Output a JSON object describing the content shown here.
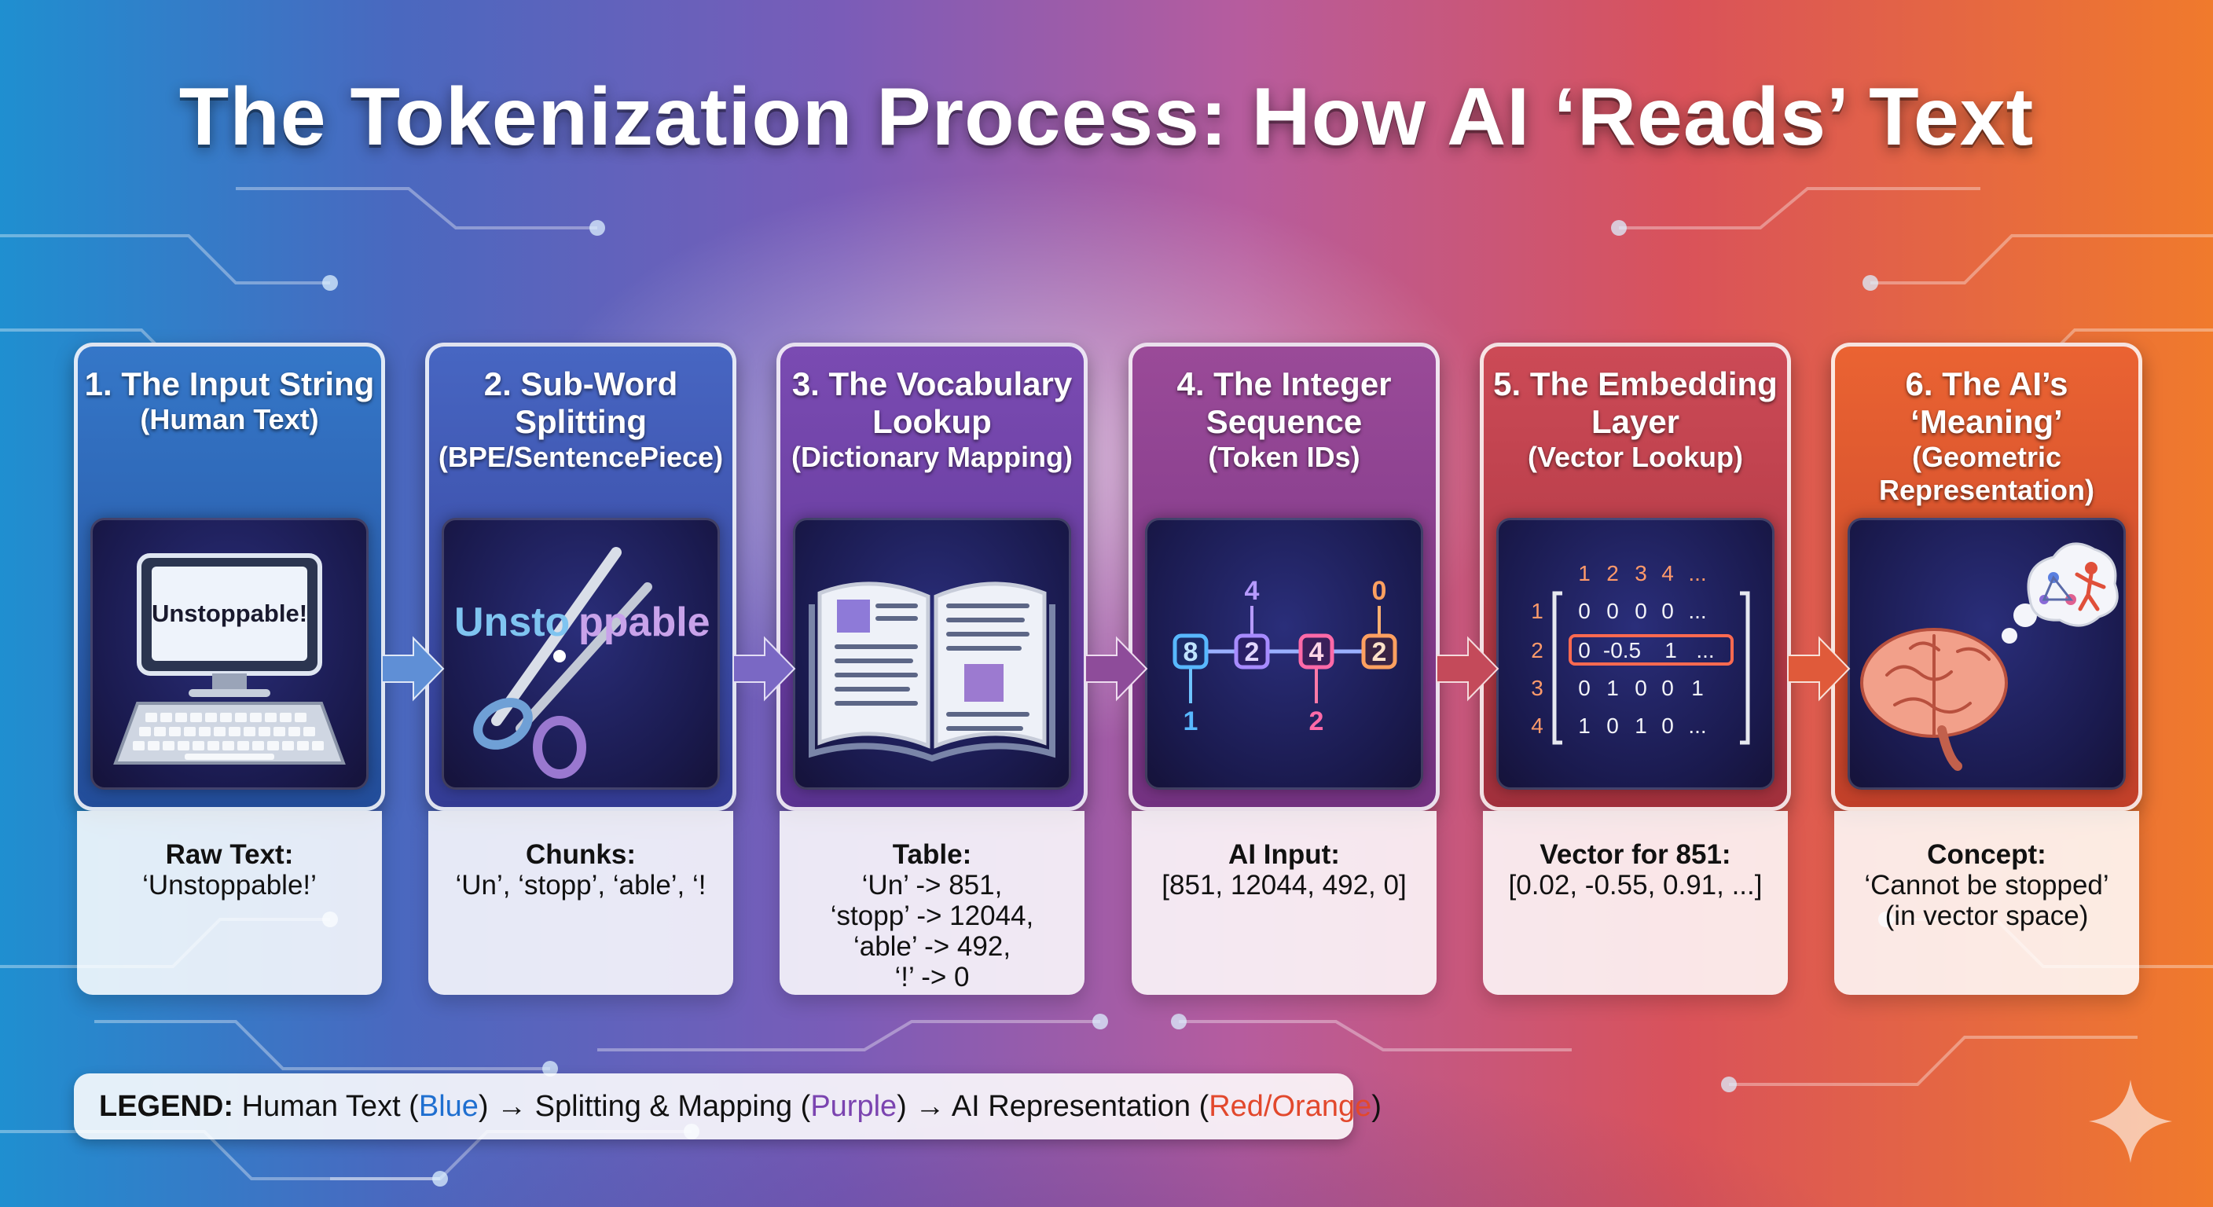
{
  "title": "The Tokenization Process: How AI ‘Reads’ Text",
  "steps": [
    {
      "title": "1. The Input String",
      "subtitle": "(Human Text)",
      "panel": {
        "icon": "computer-monitor-icon",
        "screen_text": "Unstoppable!"
      },
      "caption_label": "Raw Text:",
      "caption_lines": [
        "‘Unstoppable!’"
      ]
    },
    {
      "title": "2. Sub-Word Splitting",
      "subtitle": "(BPE/SentencePiece)",
      "panel": {
        "icon": "scissors-icon",
        "word_left": "Unsto",
        "word_right": "ppable"
      },
      "caption_label": "Chunks:",
      "caption_lines": [
        "‘Un’, ‘stopp’, ‘able’, ‘!"
      ]
    },
    {
      "title": "3. The Vocabulary Lookup",
      "subtitle": "(Dictionary Mapping)",
      "panel": {
        "icon": "open-book-icon"
      },
      "caption_label": "Table:",
      "caption_lines": [
        "‘Un’ -> 851,",
        "‘stopp’ -> 12044,",
        "‘able’ -> 492,",
        "‘!’ -> 0"
      ]
    },
    {
      "title": "4. The Integer Sequence",
      "subtitle": "(Token IDs)",
      "panel": {
        "icon": "token-chain-icon",
        "nodes": [
          "8",
          "2",
          "4",
          "2"
        ],
        "above": [
          "4",
          "0"
        ],
        "below": [
          "1",
          "2"
        ]
      },
      "caption_label": "AI Input:",
      "caption_lines": [
        "[851, 12044, 492, 0]"
      ]
    },
    {
      "title": "5. The Embedding Layer",
      "subtitle": "(Vector Lookup)",
      "panel": {
        "icon": "matrix-icon",
        "col_headers": [
          "1",
          "2",
          "3",
          "4",
          "..."
        ],
        "row_headers": [
          "1",
          "2",
          "3",
          "4"
        ],
        "rows": [
          [
            "0",
            "0",
            "0",
            "0",
            "..."
          ],
          [
            "0",
            "-0.5",
            "1",
            "..."
          ],
          [
            "0",
            "1",
            "0",
            "0",
            "1"
          ],
          [
            "1",
            "0",
            "1",
            "0",
            "..."
          ]
        ]
      },
      "caption_label": "Vector for 851:",
      "caption_lines": [
        "[0.02, -0.55, 0.91, ...]"
      ]
    },
    {
      "title": "6. The AI’s ‘Meaning’",
      "subtitle": "(Geometric Representation)",
      "panel": {
        "icon": "brain-thought-icon"
      },
      "caption_label": "Concept:",
      "caption_lines": [
        "‘Cannot be stopped’",
        "(in vector space)"
      ]
    }
  ],
  "legend": {
    "label": "LEGEND:",
    "part1": "Human Text (",
    "blue": "Blue",
    "part2": ") → Splitting & Mapping (",
    "purple": "Purple",
    "part3": ") → AI Representation (",
    "red": "Red/Orange",
    "part4": ")"
  },
  "colors": {
    "step_1": "#2a5fb0",
    "step_2": "#3e4ea8",
    "step_3": "#6a3fa0",
    "step_4": "#8a3a88",
    "step_5": "#c03a48",
    "step_6": "#e2552e",
    "legend_blue": "#1f6fd0",
    "legend_purple": "#7b44b0",
    "legend_red": "#e2482c"
  }
}
